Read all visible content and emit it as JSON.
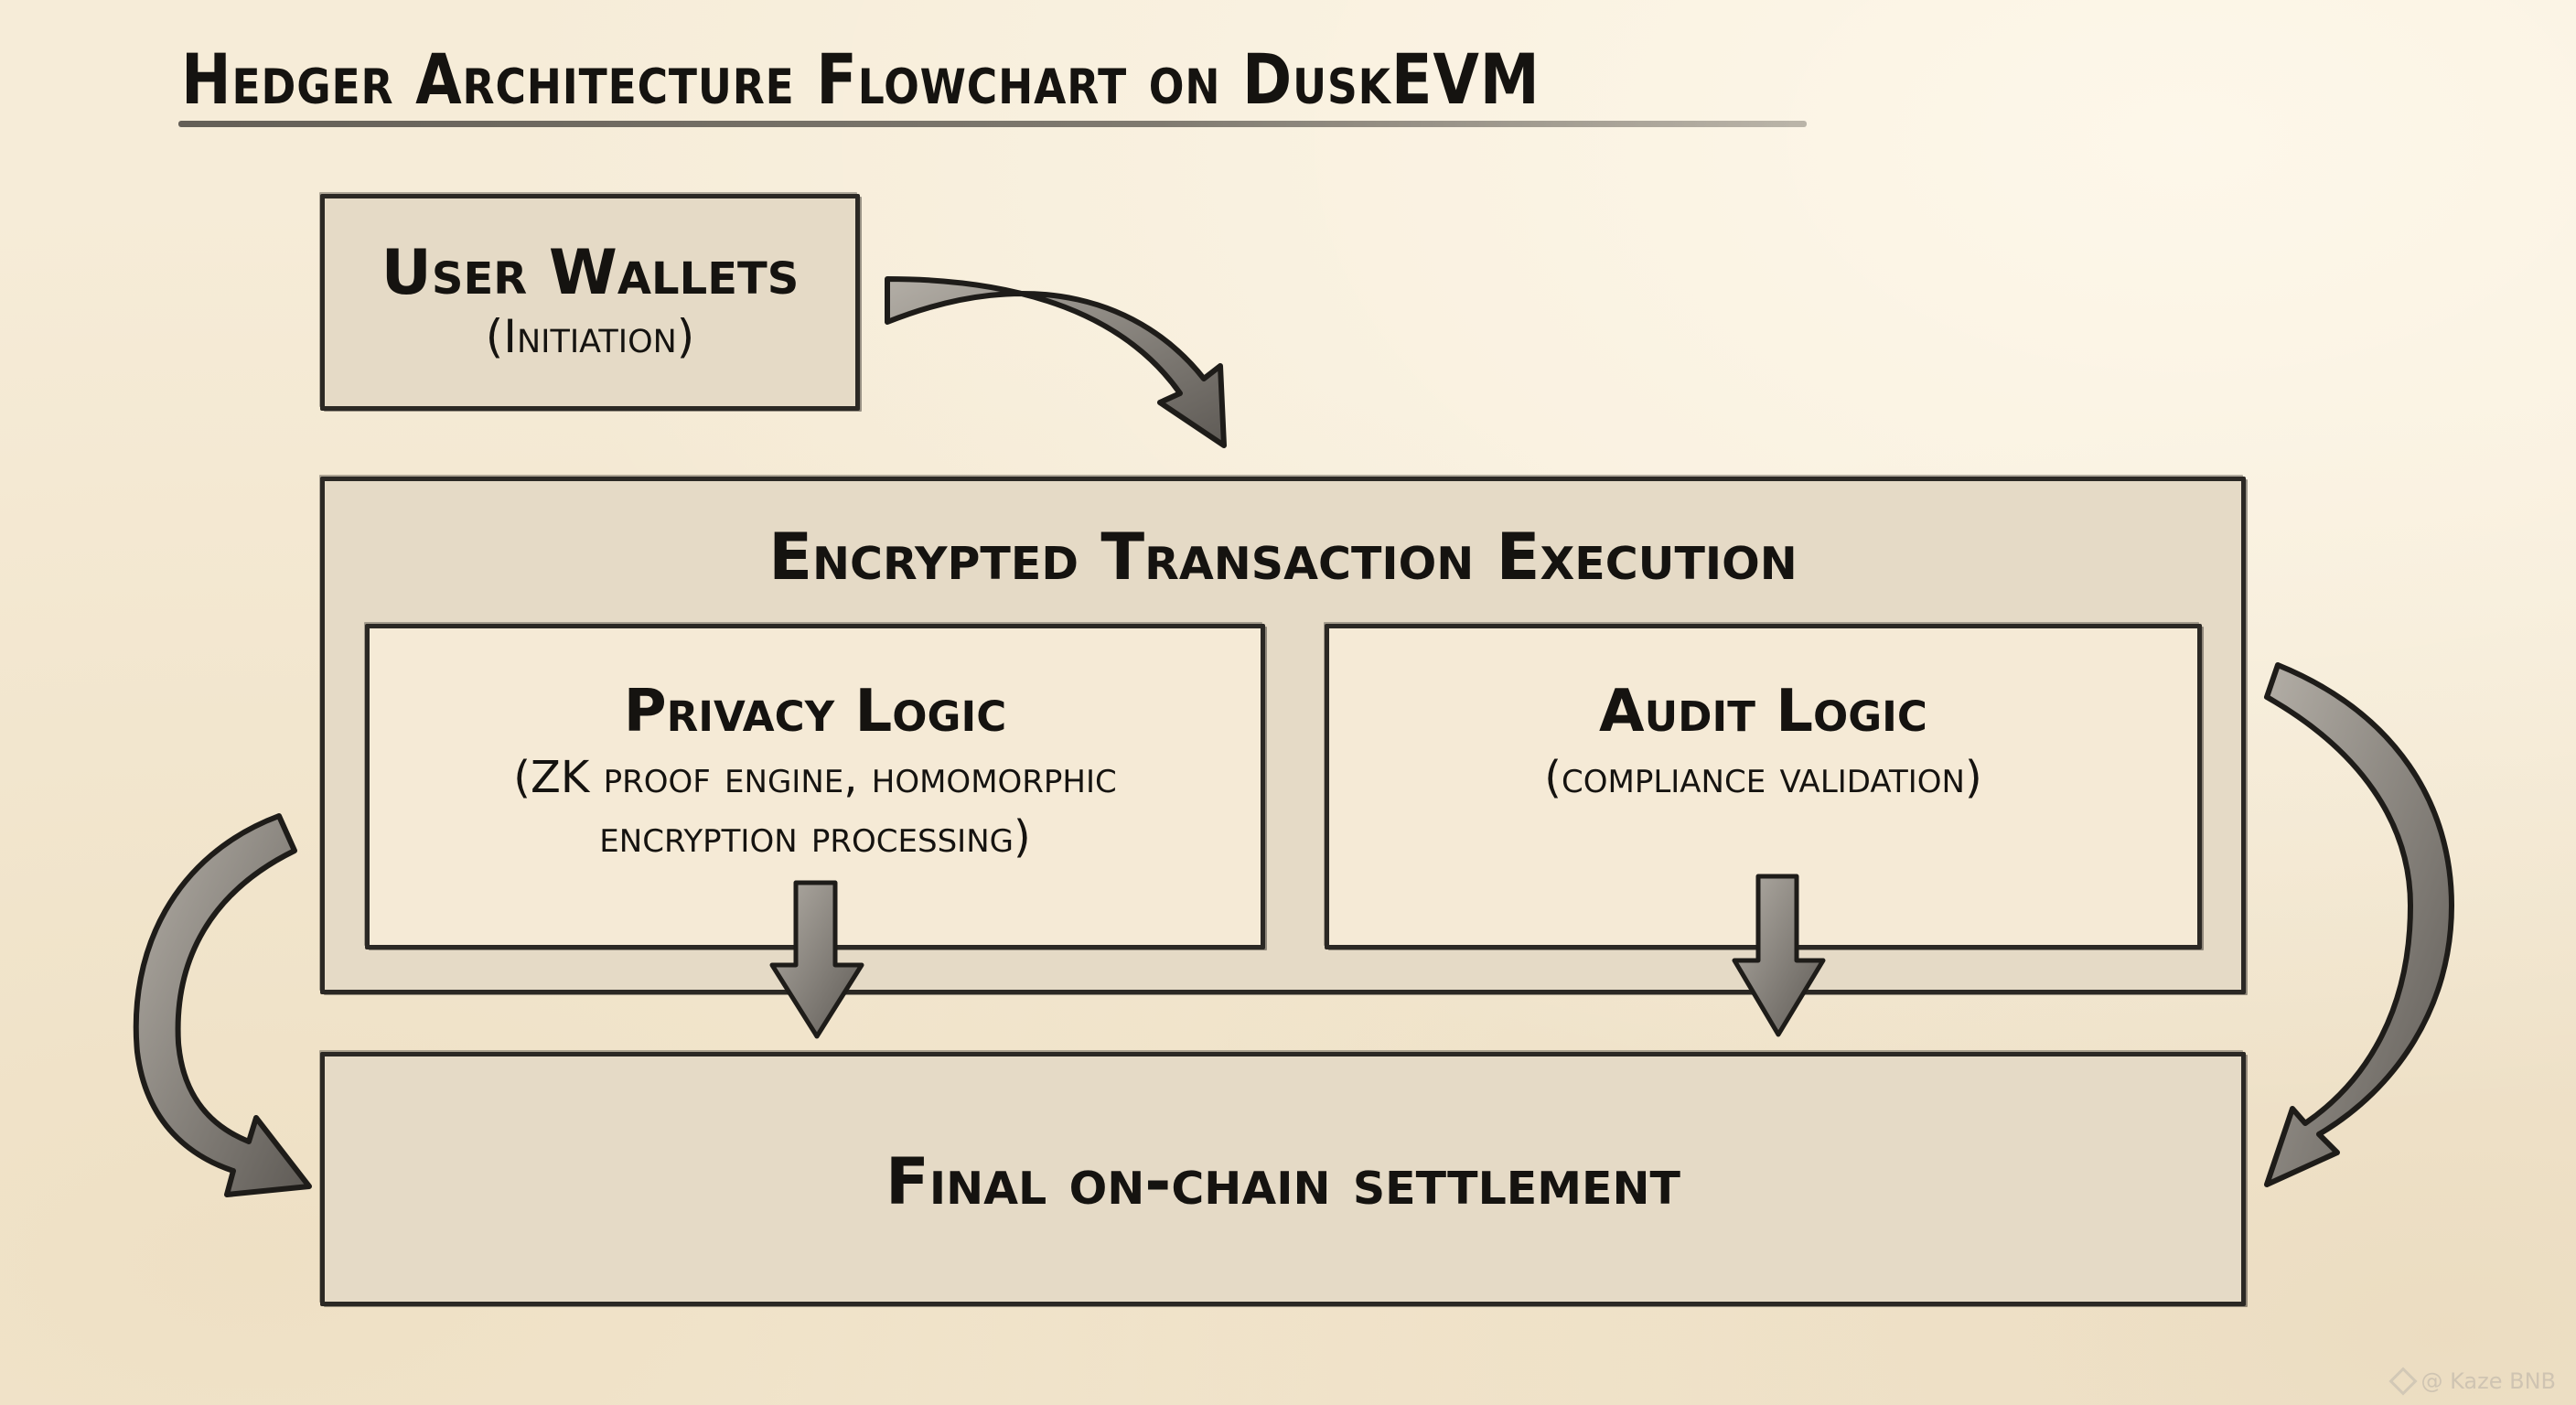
{
  "title": "Hedger Architecture Flowchart on DuskEVM",
  "nodes": {
    "user_wallets": {
      "title": "User Wallets",
      "subtitle": "(Initiation)"
    },
    "encrypted_execution": {
      "title": "Encrypted Transaction Execution",
      "children": {
        "privacy_logic": {
          "title": "Privacy Logic",
          "subtitle_line1": "(ZK proof engine, homomorphic",
          "subtitle_line2": "encryption processing)"
        },
        "audit_logic": {
          "title": "Audit Logic",
          "subtitle": "(compliance validation)"
        }
      }
    },
    "final_settlement": {
      "title": "Final on-chain settlement"
    }
  },
  "edges": [
    {
      "from": "user_wallets",
      "to": "encrypted_execution",
      "style": "curved-arrow"
    },
    {
      "from": "privacy_logic",
      "to": "final_settlement",
      "style": "down-arrow"
    },
    {
      "from": "audit_logic",
      "to": "final_settlement",
      "style": "down-arrow"
    },
    {
      "from": "encrypted_execution",
      "to": "final_settlement",
      "style": "curved-arrow-left"
    },
    {
      "from": "encrypted_execution",
      "to": "final_settlement",
      "style": "curved-arrow-right"
    }
  ],
  "watermark": {
    "icon": "binance-logo-icon",
    "text": "@ Kaze BNB"
  },
  "colors": {
    "background": "#f6ecd8",
    "box_fill_dark": "#e5dac6",
    "box_fill_light": "#f5ead6",
    "ink": "#2b2824",
    "arrow_fill": "#7c7872"
  }
}
